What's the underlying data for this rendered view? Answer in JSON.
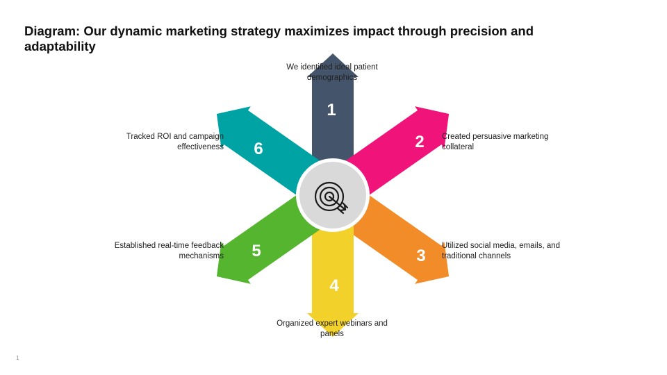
{
  "slide": {
    "title": "Diagram: Our dynamic marketing strategy maximizes impact through precision and adaptability",
    "page_number": "1"
  },
  "diagram": {
    "center_icon": "target-with-arrow-icon",
    "steps": [
      {
        "number": "1",
        "label": "We identified ideal patient demographics",
        "color": "#44546A"
      },
      {
        "number": "2",
        "label": "Created persuasive marketing collateral",
        "color": "#F0147A"
      },
      {
        "number": "3",
        "label": "Utilized social media, emails, and traditional channels",
        "color": "#F28C28"
      },
      {
        "number": "4",
        "label": "Organized expert webinars and panels",
        "color": "#F2D12B"
      },
      {
        "number": "5",
        "label": "Established real-time feedback mechanisms",
        "color": "#55B52F"
      },
      {
        "number": "6",
        "label": "Tracked ROI and campaign effectiveness",
        "color": "#00A3A4"
      }
    ]
  }
}
